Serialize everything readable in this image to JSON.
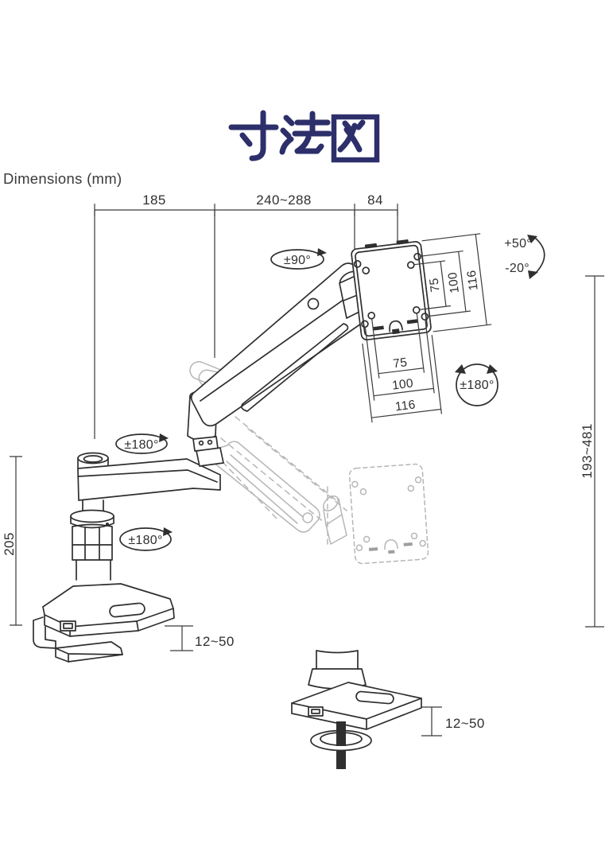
{
  "page": {
    "title": "寸法図",
    "subtitle": "Dimensions (mm)"
  },
  "colors": {
    "title": "#2d2f6b",
    "line": "#2f2f2f",
    "ghost": "#b6b6b6",
    "background": "#ffffff"
  },
  "top_dimensions": {
    "arm_rear": "185",
    "arm_front": "240~288",
    "head": "84"
  },
  "vesa": {
    "vertical": [
      "75",
      "100",
      "116"
    ],
    "horizontal": [
      "75",
      "100",
      "116"
    ]
  },
  "height": {
    "pole": "205",
    "range": "193~481"
  },
  "desk": {
    "clamp_range": "12~50",
    "grommet_range": "12~50"
  },
  "rotation": {
    "head_swivel": "±90°",
    "tilt_up": "+50°",
    "tilt_down": "-20°",
    "plate_rotation": "±180°",
    "upper_joint": "±180°",
    "lower_joint": "±180°"
  }
}
